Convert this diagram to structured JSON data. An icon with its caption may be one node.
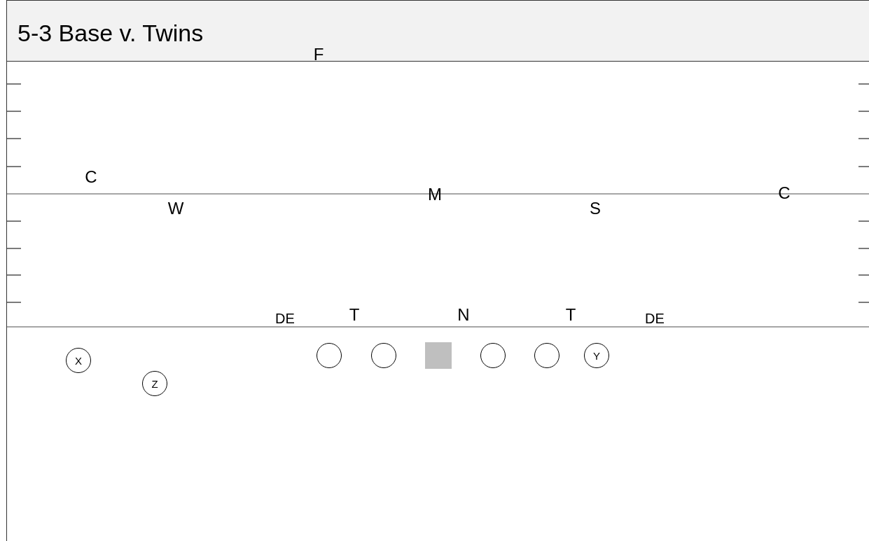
{
  "diagram": {
    "title": "5-3 Base v. Twins",
    "nodes": [
      {
        "text": [
          "X"
        ]
      },
      {
        "text": [],
        "shape": "circle"
      },
      {
        "text": [],
        "shape": "circle"
      },
      {
        "text": [],
        "shape": "box"
      },
      {
        "text": [],
        "shape": "circle"
      },
      {
        "text": [],
        "shape": "circle"
      },
      {
        "text": [
          "Y"
        ]
      },
      {
        "text": [
          "Z"
        ]
      }
    ],
    "edges": [],
    "labels": [
      "F",
      "C",
      "M",
      "C",
      "W",
      "S",
      "DE",
      "T",
      "N",
      "T",
      "DE"
    ]
  }
}
